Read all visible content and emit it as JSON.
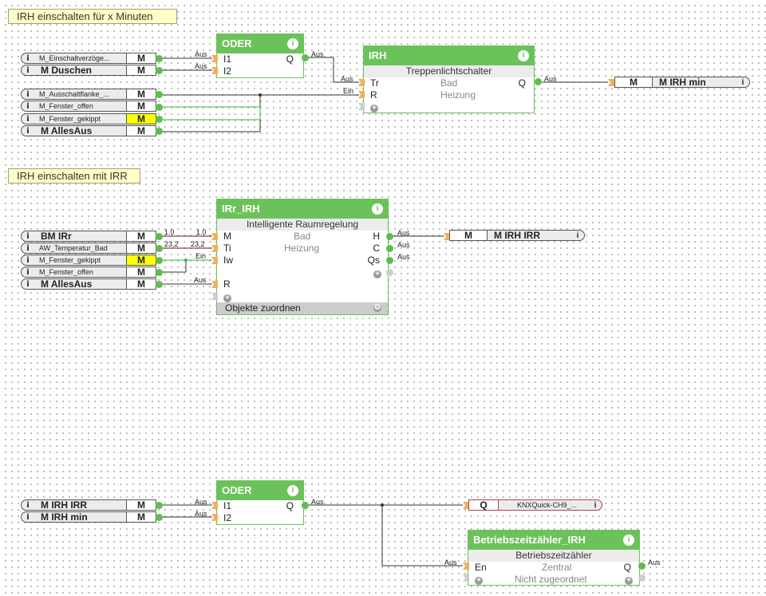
{
  "comments": [
    "IRH einschalten für x Minuten",
    "IRH einschalten mit IRR"
  ],
  "section1": {
    "inputs": [
      {
        "name": "M_Einschaltverzöge...",
        "marker": "M",
        "highlight": false,
        "bold": false
      },
      {
        "name": "M  Duschen",
        "marker": "M",
        "highlight": false,
        "bold": true
      },
      {
        "name": "M_Ausschaltflanke_...",
        "marker": "M",
        "highlight": false,
        "bold": false
      },
      {
        "name": "M_Fenster_offen",
        "marker": "M",
        "highlight": false,
        "bold": false
      },
      {
        "name": "M_Fenster_gekippt",
        "marker": "M",
        "highlight": true,
        "bold": false
      },
      {
        "name": "M  AllesAus",
        "marker": "M",
        "highlight": false,
        "bold": true
      }
    ],
    "oder": {
      "title": "ODER",
      "inputs": [
        "I1",
        "I2"
      ],
      "output": "Q",
      "wire_labels": [
        "Aus",
        "Aus"
      ],
      "out_label": "Aus"
    },
    "irh": {
      "title": "IRH",
      "subtitle": "Treppenlichtschalter",
      "inputs": [
        "Tr",
        "R"
      ],
      "values": [
        "Bad",
        "Heizung"
      ],
      "output": "Q",
      "wire_labels": [
        "Aus",
        "Ein"
      ],
      "out_label": "Aus"
    },
    "output": {
      "marker": "M",
      "name": "M  IRH  min"
    }
  },
  "section2": {
    "inputs": [
      {
        "name": "BM  IRr",
        "marker": "M",
        "highlight": false,
        "bold": true
      },
      {
        "name": "AW_Temperatur_Bad",
        "marker": "M",
        "highlight": false,
        "bold": false
      },
      {
        "name": "M_Fenster_gekippt",
        "marker": "M",
        "highlight": true,
        "bold": false
      },
      {
        "name": "M_Fenster_offen",
        "marker": "M",
        "highlight": false,
        "bold": false
      },
      {
        "name": "M  AllesAus",
        "marker": "M",
        "highlight": false,
        "bold": true
      }
    ],
    "wire_values": [
      [
        "1.0",
        "1.0"
      ],
      [
        "23,2",
        "23,2"
      ]
    ],
    "wire_labels": [
      "Ein",
      "Aus"
    ],
    "irr": {
      "title": "IRr_IRH",
      "subtitle": "Intelligente Raumregelung",
      "inputs": [
        "M",
        "Ti",
        "Iw",
        "R"
      ],
      "values": [
        "Bad",
        "Heizung"
      ],
      "outputs": [
        "H",
        "C",
        "Qs"
      ],
      "out_labels": [
        "Aus",
        "Aus",
        "Aus"
      ],
      "footer": "Objekte zuordnen"
    },
    "output": {
      "marker": "M",
      "name": "M  IRH  IRR"
    }
  },
  "section3": {
    "inputs": [
      {
        "name": "M  IRH  IRR",
        "marker": "M",
        "highlight": false,
        "bold": true
      },
      {
        "name": "M  IRH  min",
        "marker": "M",
        "highlight": false,
        "bold": true
      }
    ],
    "oder": {
      "title": "ODER",
      "inputs": [
        "I1",
        "I2"
      ],
      "output": "Q",
      "wire_labels": [
        "Aus",
        "Aus"
      ],
      "out_label": "Aus"
    },
    "knx_output": {
      "marker": "Q",
      "name": "KNXQuick-CH9_..."
    },
    "counter": {
      "title": "Betriebszeitzähler_IRH",
      "subtitle": "Betriebszeitzähler",
      "input": "En",
      "value": "Zentral",
      "output": "Q",
      "footer_value": "Nicht zugeordnet",
      "in_label": "Aus",
      "out_label": "Aus"
    }
  }
}
